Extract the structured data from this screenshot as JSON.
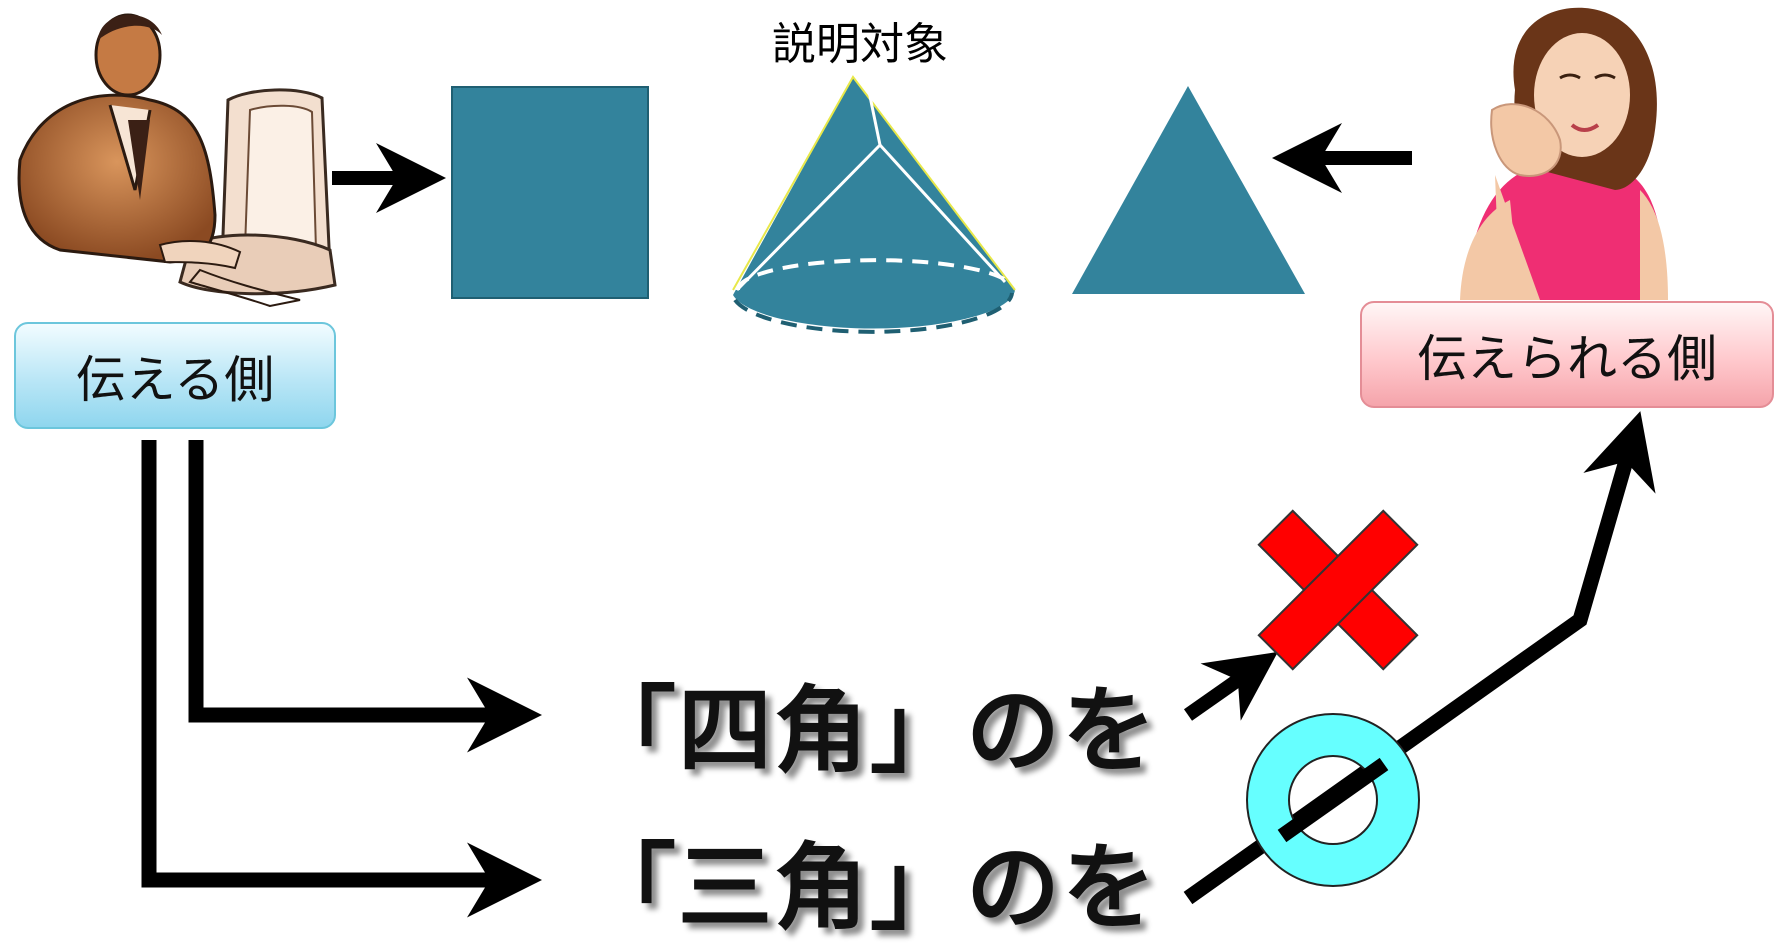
{
  "object_title": "説明対象",
  "sender_label": "伝える側",
  "receiver_label": "伝えられる側",
  "phrase_square": "「四角」のを",
  "phrase_triangle": "「三角」のを",
  "colors": {
    "shape_fill": "#33839c",
    "cross_fill": "#ff0000",
    "circle_fill": "#66ffff",
    "arrow": "#000000",
    "sender_label_bg": "#b9e6f6",
    "receiver_label_bg": "#ffc9cd"
  },
  "icons": {
    "sender": "man-at-computer-illustration",
    "receiver": "woman-smiling-illustration",
    "wrong": "red-cross-mark",
    "right": "cyan-circle-mark"
  }
}
